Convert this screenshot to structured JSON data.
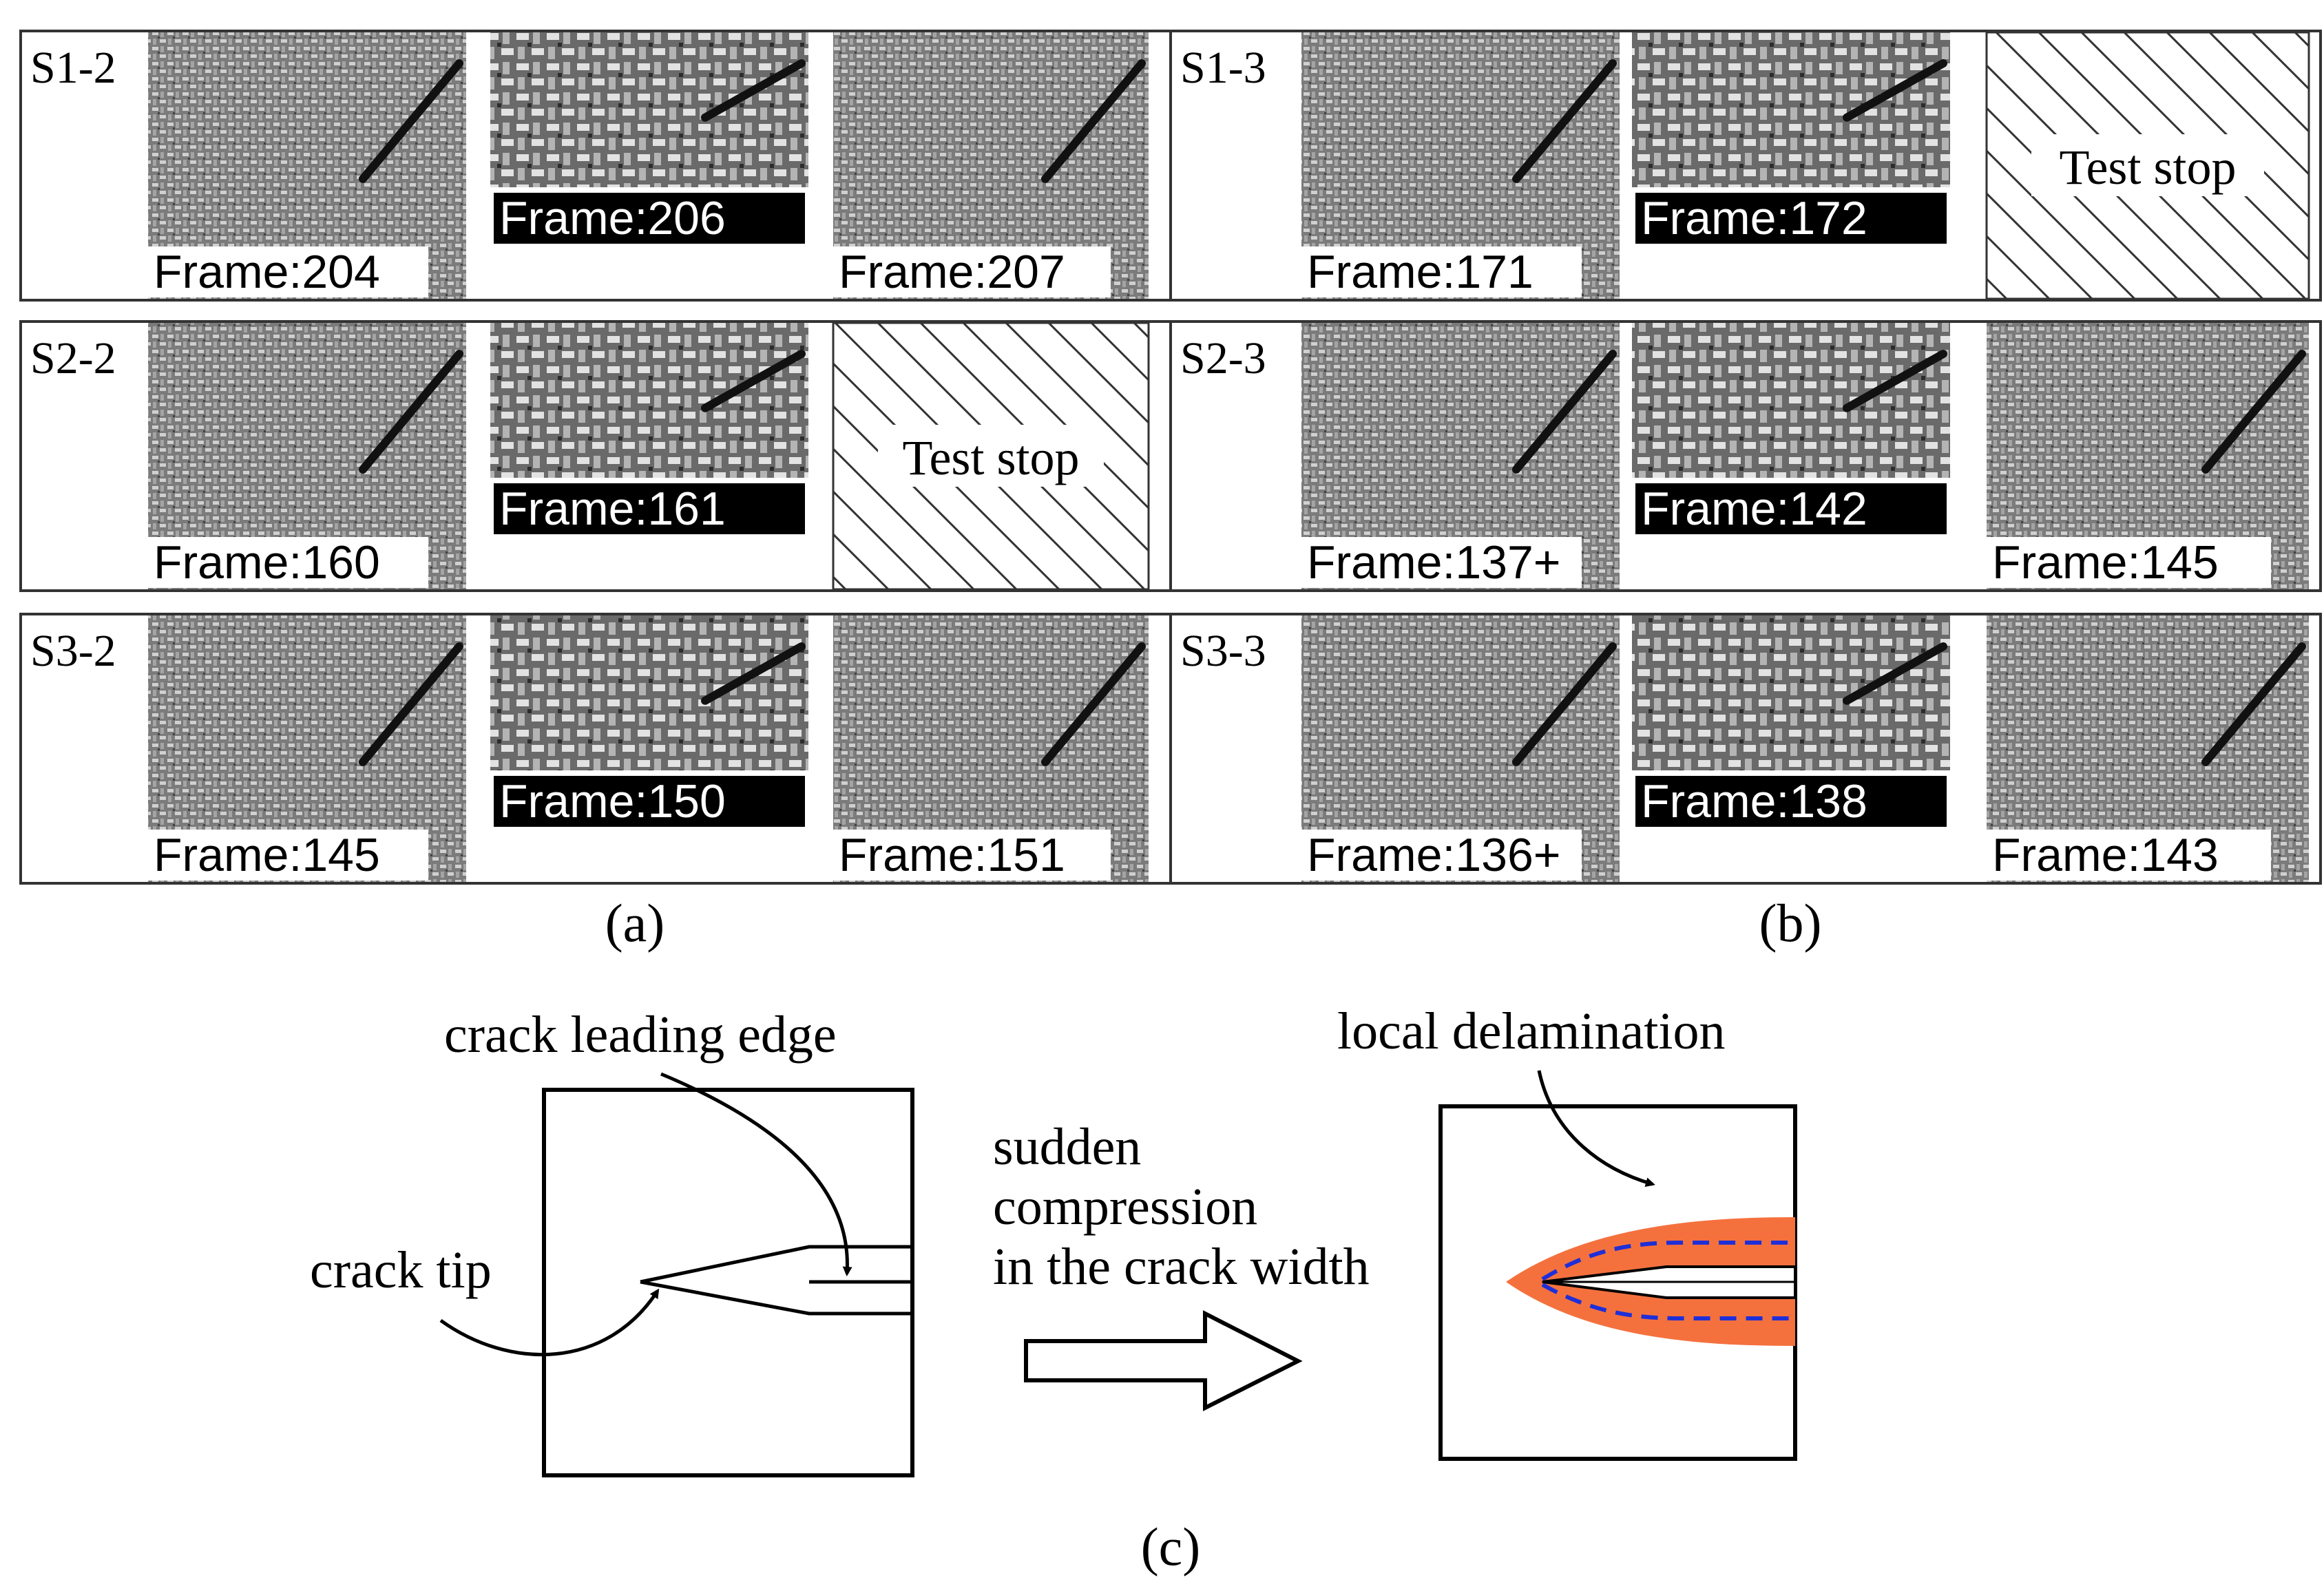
{
  "panels": {
    "a": {
      "label": "(a)",
      "rows": [
        {
          "row_label": "S1-2",
          "cells": [
            {
              "kind": "photo",
              "frame": "Frame:204",
              "dark_label": false
            },
            {
              "kind": "photo",
              "frame": "Frame:206",
              "dark_label": true
            },
            {
              "kind": "photo",
              "frame": "Frame:207",
              "dark_label": false
            }
          ]
        },
        {
          "row_label": "S2-2",
          "cells": [
            {
              "kind": "photo",
              "frame": "Frame:160",
              "dark_label": false
            },
            {
              "kind": "photo",
              "frame": "Frame:161",
              "dark_label": true
            },
            {
              "kind": "stop",
              "text": "Test stop"
            }
          ]
        },
        {
          "row_label": "S3-2",
          "cells": [
            {
              "kind": "photo",
              "frame": "Frame:145",
              "dark_label": false
            },
            {
              "kind": "photo",
              "frame": "Frame:150",
              "dark_label": true
            },
            {
              "kind": "photo",
              "frame": "Frame:151",
              "dark_label": false
            }
          ]
        }
      ]
    },
    "b": {
      "label": "(b)",
      "rows": [
        {
          "row_label": "S1-3",
          "cells": [
            {
              "kind": "photo",
              "frame": "Frame:171",
              "dark_label": false
            },
            {
              "kind": "photo",
              "frame": "Frame:172",
              "dark_label": true
            },
            {
              "kind": "stop",
              "text": "Test stop"
            }
          ]
        },
        {
          "row_label": "S2-3",
          "cells": [
            {
              "kind": "photo",
              "frame": "Frame:137+",
              "dark_label": false
            },
            {
              "kind": "photo",
              "frame": "Frame:142",
              "dark_label": true
            },
            {
              "kind": "photo",
              "frame": "Frame:145",
              "dark_label": false
            }
          ]
        },
        {
          "row_label": "S3-3",
          "cells": [
            {
              "kind": "photo",
              "frame": "Frame:136+",
              "dark_label": false
            },
            {
              "kind": "photo",
              "frame": "Frame:138",
              "dark_label": true
            },
            {
              "kind": "photo",
              "frame": "Frame:143",
              "dark_label": false
            }
          ]
        }
      ]
    },
    "c": {
      "label": "(c)",
      "crack_leading_edge": "crack leading edge",
      "crack_tip": "crack tip",
      "transition_line1": "sudden",
      "transition_line2": "compression",
      "transition_line3": "in the crack width",
      "local_delamination": "local delamination",
      "delamination_color": "#f4713e",
      "dashed_color": "#1f2fd8"
    }
  }
}
